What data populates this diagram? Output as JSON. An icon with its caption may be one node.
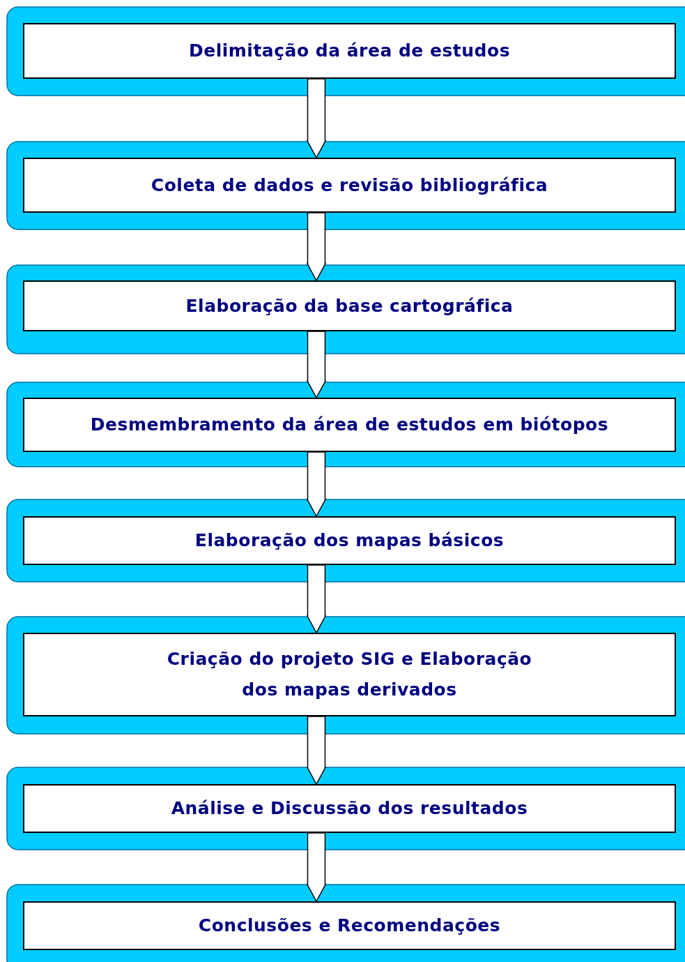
{
  "diagram": {
    "nodes": [
      {
        "text": [
          "Delimitação da área de estudos"
        ]
      },
      {
        "text": [
          "Coleta de dados e revisão bibliográfica"
        ]
      },
      {
        "text": [
          "Elaboração da base cartográfica"
        ]
      },
      {
        "text": [
          "Desmembramento da área de estudos em biótopos"
        ]
      },
      {
        "text": [
          "Elaboração dos mapas básicos"
        ]
      },
      {
        "text": [
          "Criação do projeto SIG e Elaboração dos mapas derivados"
        ]
      },
      {
        "text": [
          "Análise e Discussão dos resultados"
        ]
      },
      {
        "text": [
          "Conclusões e Recomendações"
        ]
      }
    ],
    "edges": [
      {
        "from": 0,
        "to": 1,
        "arrow": "to"
      },
      {
        "from": 1,
        "to": 2,
        "arrow": "to"
      },
      {
        "from": 2,
        "to": 3,
        "arrow": "to"
      },
      {
        "from": 3,
        "to": 4,
        "arrow": "to"
      },
      {
        "from": 4,
        "to": 5,
        "arrow": "to"
      },
      {
        "from": 5,
        "to": 6,
        "arrow": "to"
      },
      {
        "from": 6,
        "to": 7,
        "arrow": "to"
      }
    ]
  }
}
